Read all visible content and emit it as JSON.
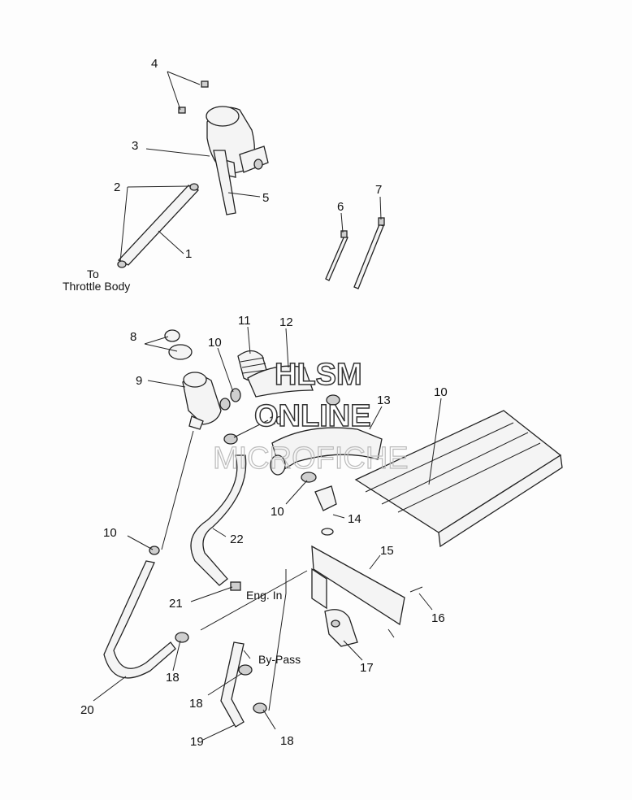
{
  "callouts": {
    "c1": "1",
    "c2": "2",
    "c3": "3",
    "c4": "4",
    "c5": "5",
    "c6": "6",
    "c7": "7",
    "c8": "8",
    "c9": "9",
    "c10a": "10",
    "c10b": "10",
    "c10c": "10",
    "c10d": "10",
    "c10e": "10",
    "c11": "11",
    "c12": "12",
    "c13": "13",
    "c14": "14",
    "c15": "15",
    "c16": "16",
    "c17": "17",
    "c18a": "18",
    "c18b": "18",
    "c18c": "18",
    "c19": "19",
    "c20": "20",
    "c21": "21",
    "c22": "22"
  },
  "notes": {
    "to": "To",
    "throttle_body": "Throttle Body",
    "eng_in": "Eng. In",
    "by_pass": "By-Pass"
  },
  "watermark": {
    "line1": "HLSM",
    "line2": "ONLINE",
    "line3": "MICROFICHE"
  }
}
